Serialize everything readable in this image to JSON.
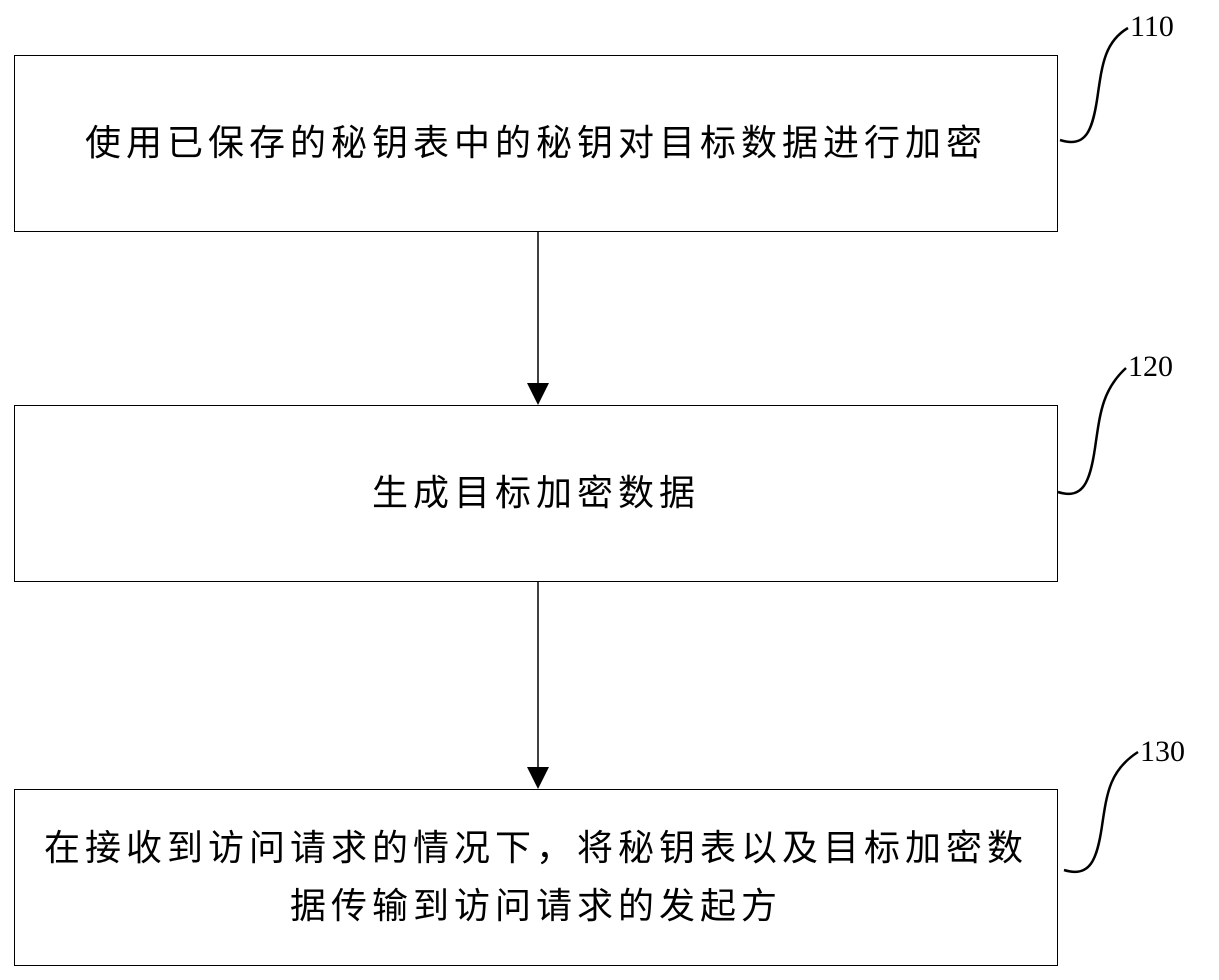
{
  "steps": [
    {
      "id": "110",
      "text": "使用已保存的秘钥表中的秘钥对目标数据进行加密"
    },
    {
      "id": "120",
      "text": "生成目标加密数据"
    },
    {
      "id": "130",
      "text": "在接收到访问请求的情况下，将秘钥表以及目标加密数据传输到访问请求的发起方"
    }
  ],
  "colors": {
    "stroke": "#000000",
    "background": "#ffffff",
    "text": "#000000"
  }
}
